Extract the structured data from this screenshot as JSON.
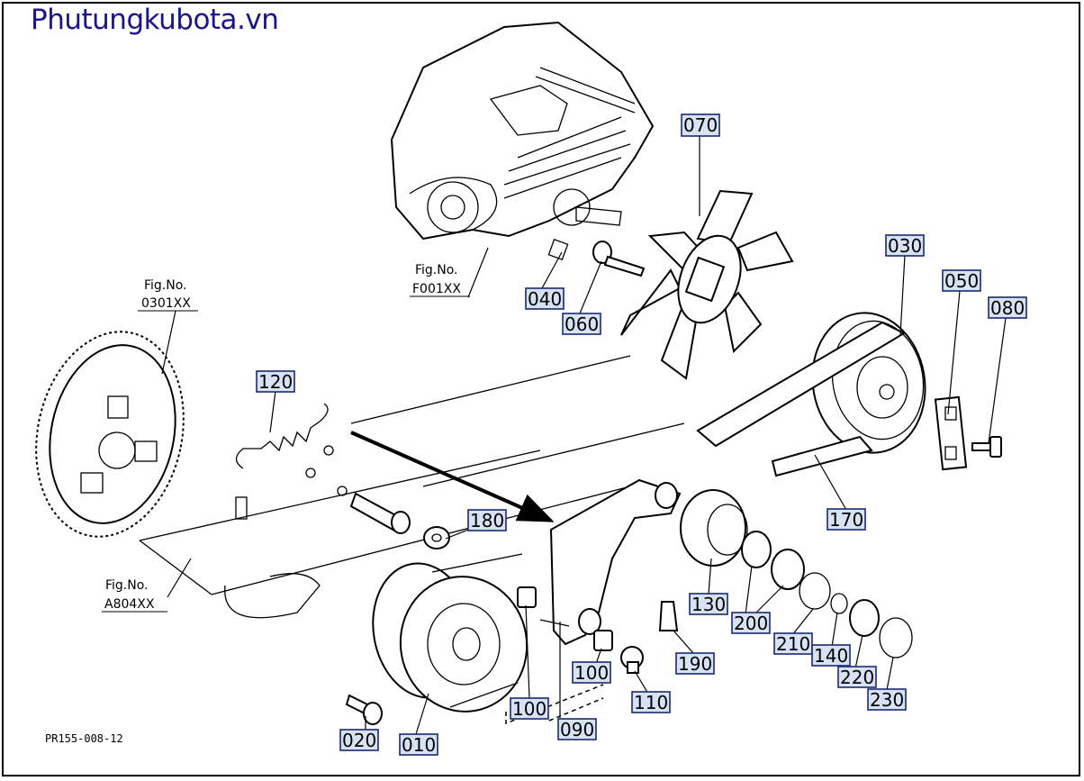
{
  "brand": "Phutungkubota.vn",
  "code": "PR155-008-12",
  "refs": {
    "r0301": [
      "Fig.No.",
      "0301XX"
    ],
    "rF001": [
      "Fig.No.",
      "F001XX"
    ],
    "rA804": [
      "Fig.No.",
      "A804XX"
    ]
  },
  "tags": {
    "t070": "070",
    "t030": "030",
    "t050": "050",
    "t080": "080",
    "t040": "040",
    "t060": "060",
    "t120": "120",
    "t180": "180",
    "t170": "170",
    "t130": "130",
    "t200": "200",
    "t210": "210",
    "t140": "140",
    "t220": "220",
    "t230": "230",
    "t190": "190",
    "t100a": "100",
    "t100b": "100",
    "t110": "110",
    "t090": "090",
    "t020": "020",
    "t010": "010"
  }
}
